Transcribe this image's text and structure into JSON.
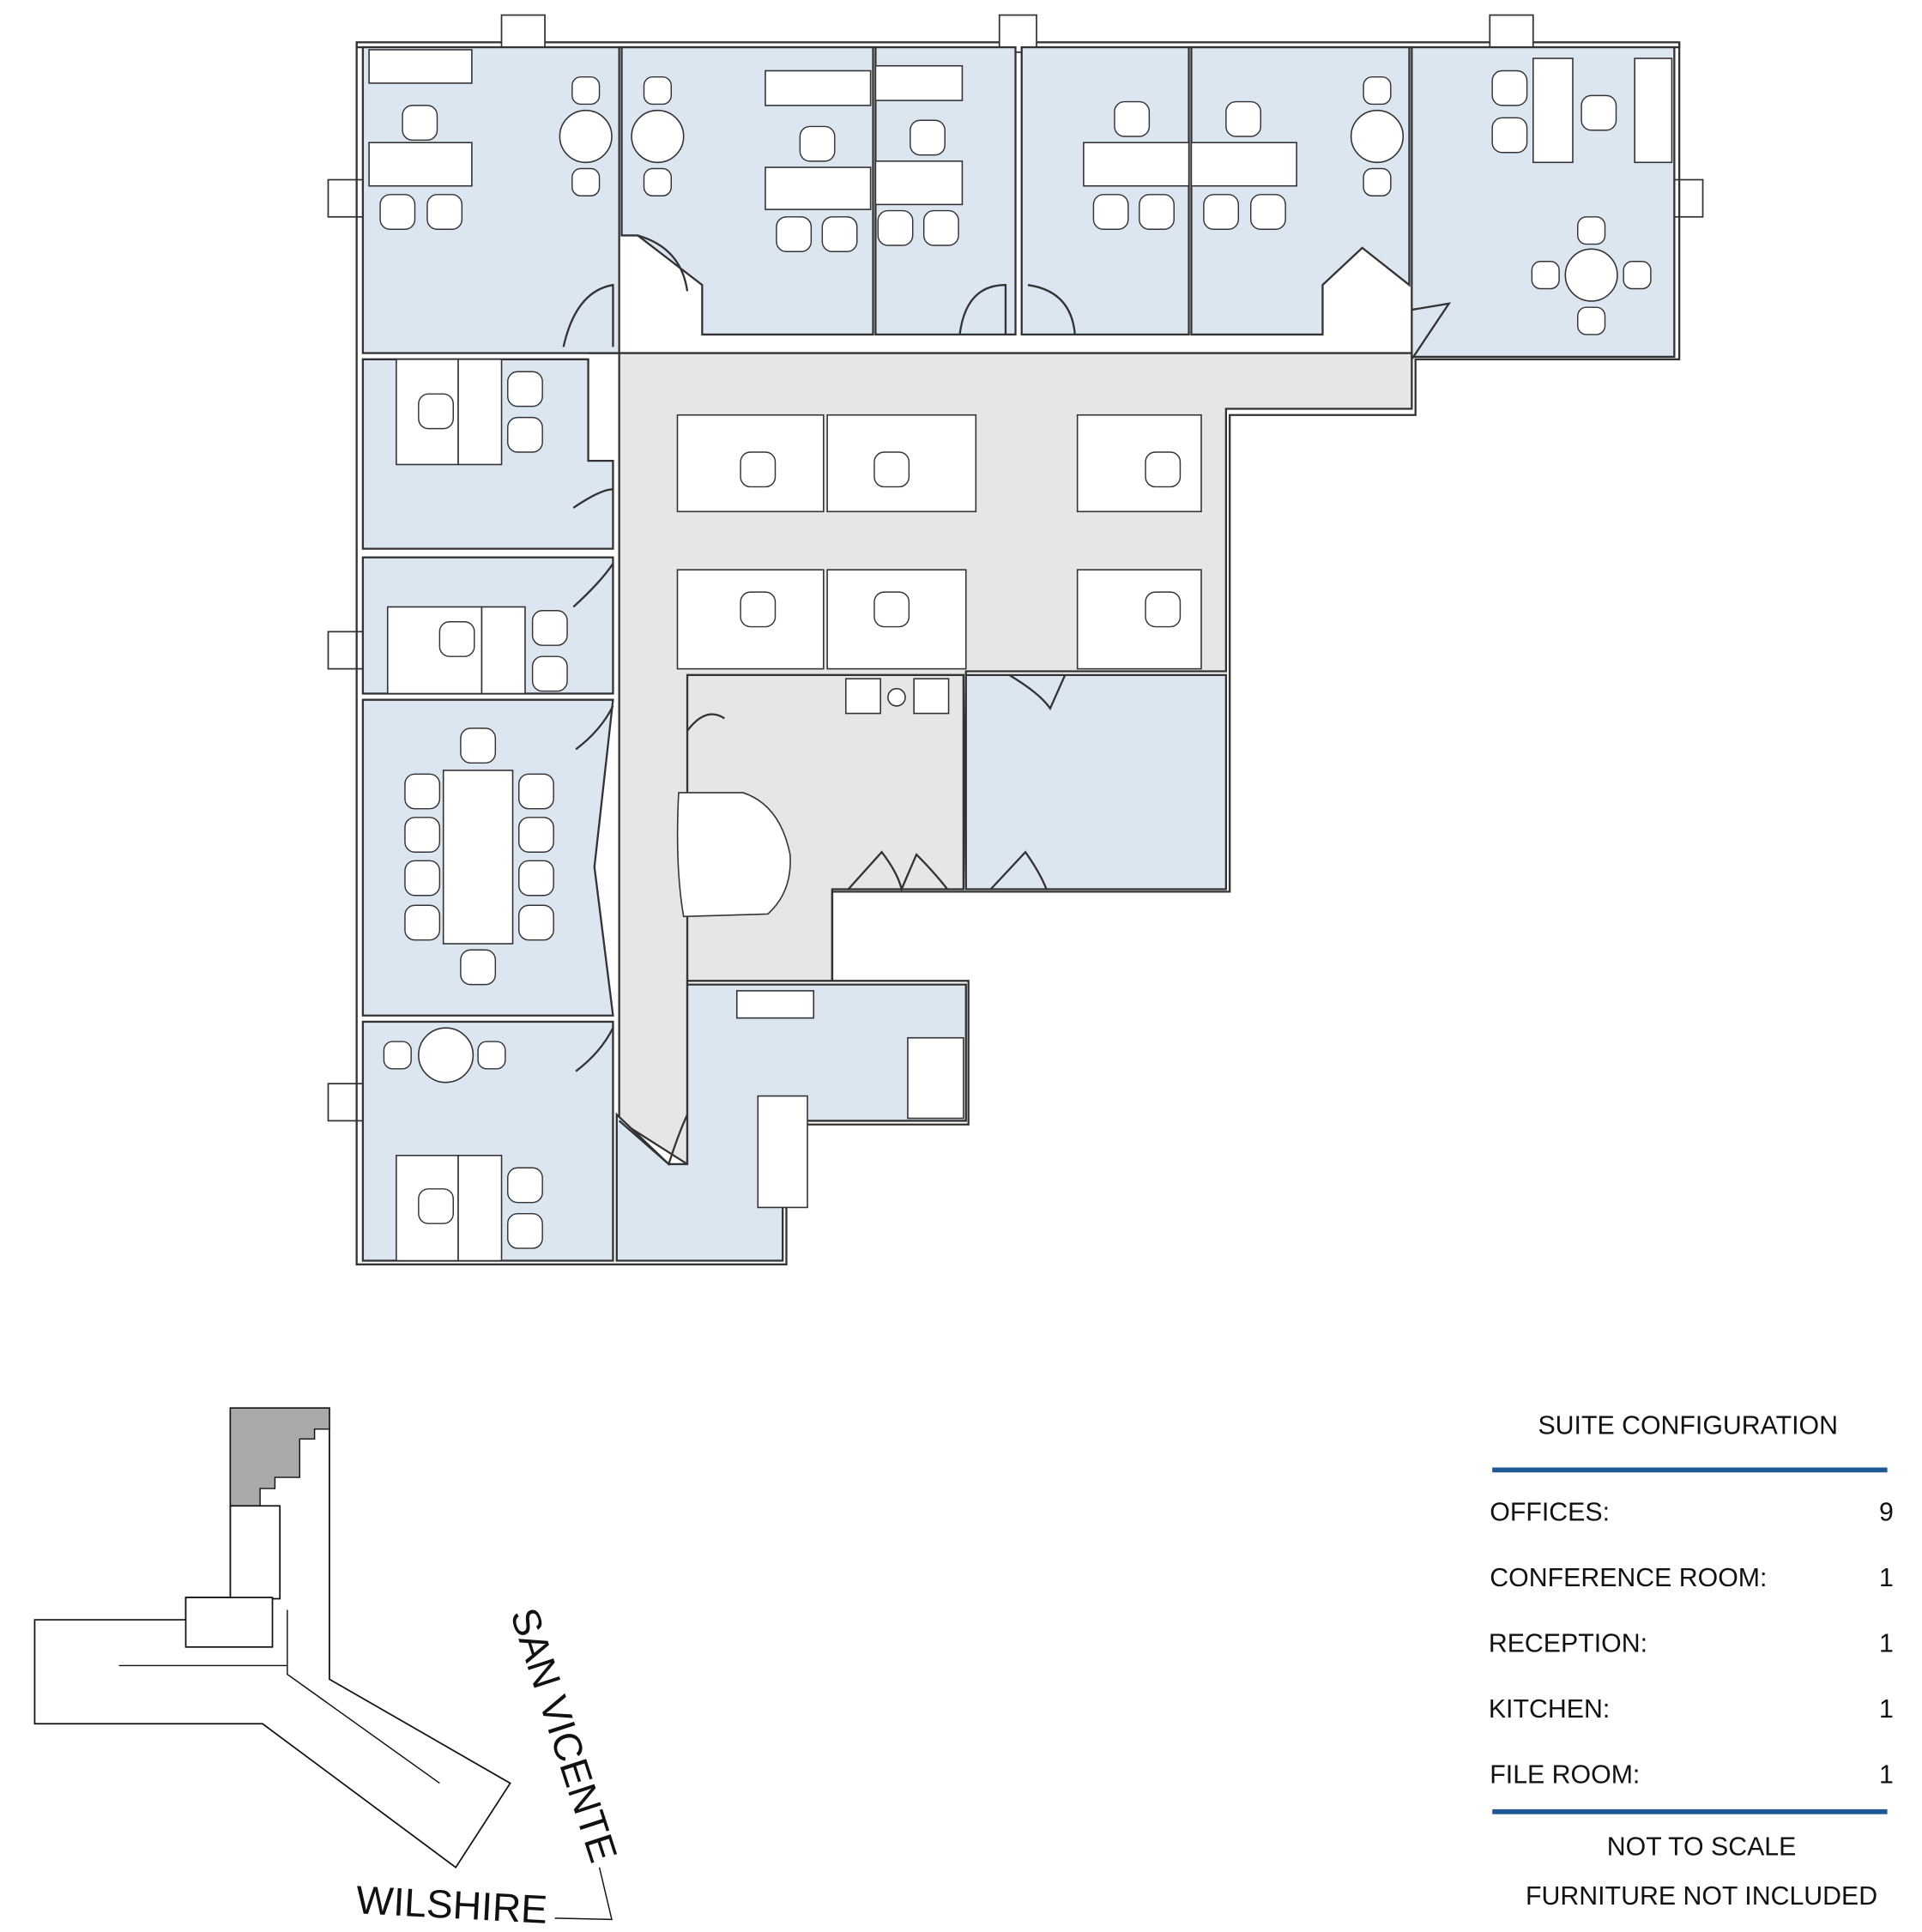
{
  "legend": {
    "title": "SUITE CONFIGURATION",
    "rows": [
      {
        "label": "OFFICES:",
        "value": "9"
      },
      {
        "label": "CONFERENCE ROOM:",
        "value": "1"
      },
      {
        "label": "RECEPTION:",
        "value": "1"
      },
      {
        "label": "KITCHEN:",
        "value": "1"
      },
      {
        "label": "FILE ROOM:",
        "value": "1"
      }
    ],
    "note1": "NOT TO SCALE",
    "note2": "FURNITURE NOT INCLUDED",
    "rule_color": "#1f5a96"
  },
  "key_plan": {
    "street1": "SAN VICENTE",
    "street2": "WILSHIRE",
    "highlight_color": "#a9a9a9"
  },
  "colors": {
    "room": "#dce6f1",
    "corridor": "#e6e6e6"
  }
}
